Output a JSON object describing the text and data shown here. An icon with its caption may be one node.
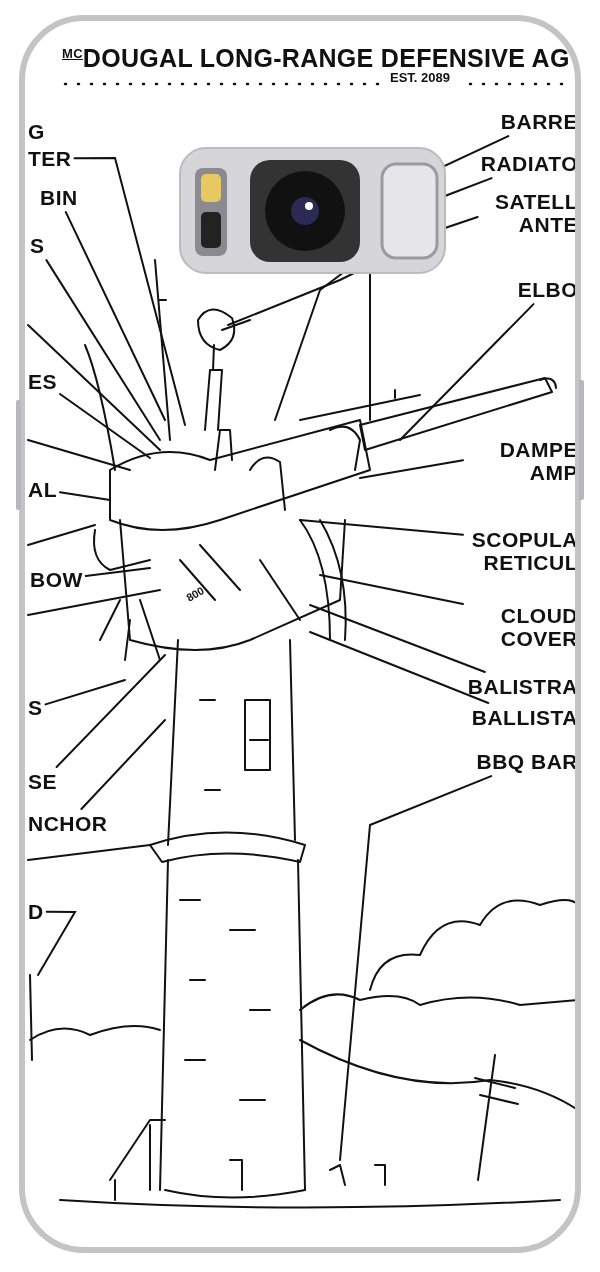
{
  "diagram": {
    "title": "$^{MC}$DOUGAL LONG-RANGE DEFENSIVE AG",
    "nodes": [
      {
        "text": [
          "TER"
        ]
      },
      {
        "text": [
          "BIN"
        ]
      },
      {
        "text": [
          "S"
        ]
      },
      {
        "text": [
          "ES"
        ]
      },
      {
        "text": [
          "AL"
        ]
      },
      {
        "text": [
          "BOW"
        ]
      },
      {
        "text": [
          "S"
        ]
      },
      {
        "text": [
          "SE"
        ]
      },
      {
        "text": [
          "NCHOR"
        ]
      },
      {
        "text": [
          "D"
        ]
      },
      {
        "text": [
          "BARRE"
        ]
      },
      {
        "text": [
          "RADIATO"
        ]
      },
      {
        "text": [
          "SATELL ANTE"
        ]
      },
      {
        "text": [
          "ELBO"
        ]
      },
      {
        "text": [
          "DAMPE AMP"
        ]
      },
      {
        "text": [
          "SCOPULA RETICUL"
        ]
      },
      {
        "text": [
          "CLOUD COVER"
        ]
      },
      {
        "text": [
          "BALISTRA"
        ]
      },
      {
        "text": [
          "BALLISTA"
        ]
      },
      {
        "text": [
          "BBQ BAR"
        ]
      }
    ],
    "edges": [
      {
        "from": 0,
        "to": null,
        "arrow": "none"
      },
      {
        "from": 1,
        "to": null,
        "arrow": "none"
      },
      {
        "from": 2,
        "to": null,
        "arrow": "none"
      },
      {
        "from": 3,
        "to": null,
        "arrow": "none"
      },
      {
        "from": 4,
        "to": null,
        "arrow": "none"
      },
      {
        "from": 5,
        "to": null,
        "arrow": "none"
      },
      {
        "from": 6,
        "to": null,
        "arrow": "none"
      },
      {
        "from": 7,
        "to": null,
        "arrow": "none"
      },
      {
        "from": 8,
        "to": null,
        "arrow": "none"
      },
      {
        "from": 9,
        "to": null,
        "arrow": "none"
      },
      {
        "from": 10,
        "to": null,
        "arrow": "none"
      },
      {
        "from": 11,
        "to": null,
        "arrow": "none"
      },
      {
        "from": 12,
        "to": null,
        "arrow": "none"
      },
      {
        "from": 13,
        "to": null,
        "arrow": "none"
      },
      {
        "from": 14,
        "to": null,
        "arrow": "none"
      },
      {
        "from": 15,
        "to": null,
        "arrow": "none"
      },
      {
        "from": 16,
        "to": null,
        "arrow": "none"
      },
      {
        "from": 17,
        "to": null,
        "arrow": "none"
      },
      {
        "from": 18,
        "to": null,
        "arrow": "none"
      },
      {
        "from": 19,
        "to": null,
        "arrow": "none"
      }
    ],
    "labels": [
      "EST. 2089",
      "G",
      "800"
    ]
  }
}
